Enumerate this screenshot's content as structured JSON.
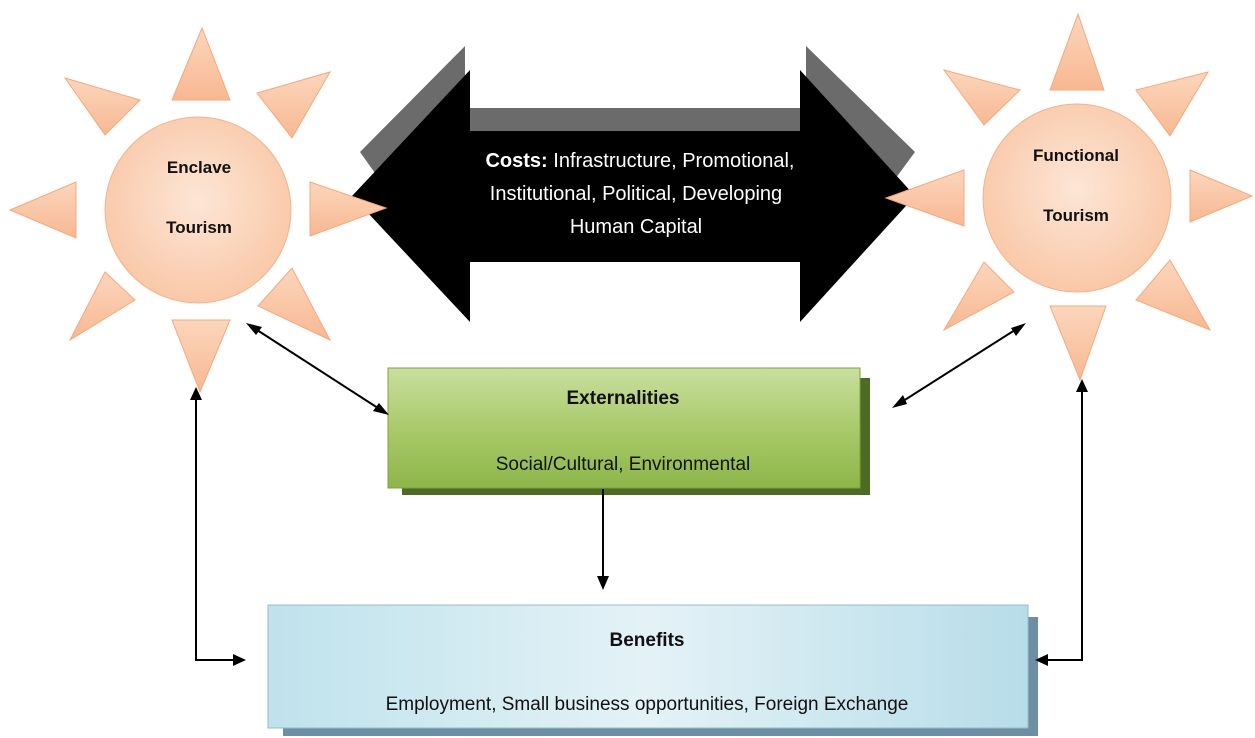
{
  "nodes": {
    "enclave": {
      "line1": "Enclave",
      "line2": "Tourism"
    },
    "functional": {
      "line1": "Functional",
      "line2": "Tourism"
    },
    "costs": {
      "label": "Costs:",
      "line1": "Infrastructure, Promotional,",
      "line2": "Institutional, Political, Developing",
      "line3": "Human Capital"
    },
    "externalities": {
      "title": "Externalities",
      "text": "Social/Cultural, Environmental"
    },
    "benefits": {
      "title": "Benefits",
      "text": "Employment, Small business opportunities, Foreign Exchange"
    }
  },
  "colors": {
    "sun_fill": "#fbd9c3",
    "sun_stroke": "#f4a97c",
    "costs_arrow": "#000000",
    "externalities_fill": "#9fc35b",
    "externalities_shadow": "#4e6b25",
    "benefits_fill": "#cfe8f0",
    "benefits_shadow": "#6e8fa3"
  }
}
